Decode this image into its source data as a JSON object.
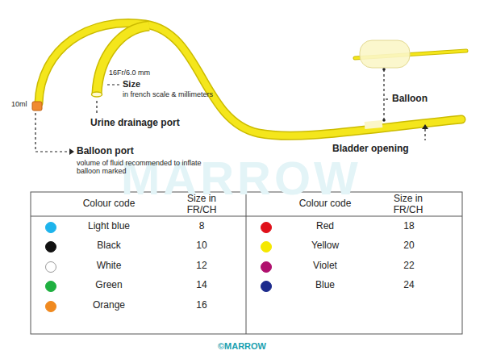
{
  "diagram": {
    "labels": [
      "10ml",
      "16Fr/6.0 mm",
      "Size",
      "in french scale & millimeters",
      "Urine drainage port",
      "Balloon port",
      "volume of fluid recommended to inflate balloon marked",
      "Balloon",
      "Bladder opening",
      "Colour code",
      "Size in FR/CH",
      "Colour code",
      "Size in FR/CH",
      "8",
      "10",
      "12",
      "14",
      "16",
      "18",
      "20",
      "22",
      "24",
      "MARROW",
      "©MARROW"
    ],
    "legend": [
      {
        "text": "Light blue",
        "color": "#1eb4ec"
      },
      {
        "text": "Black",
        "color": "#111111"
      },
      {
        "text": "White",
        "color": "#ffffff"
      },
      {
        "text": "Green",
        "color": "#1fb040"
      },
      {
        "text": "Orange",
        "color": "#f08a20"
      },
      {
        "text": "Red",
        "color": "#e0101a"
      },
      {
        "text": "Yellow",
        "color": "#f5e800"
      },
      {
        "text": "Violet",
        "color": "#b0106e"
      },
      {
        "text": "Blue",
        "color": "#1c2a8c"
      }
    ]
  }
}
